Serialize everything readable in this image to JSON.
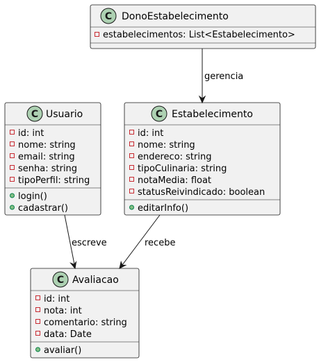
{
  "diagram": {
    "classes": {
      "dono": {
        "name": "DonoEstabelecimento",
        "stereotype": "C",
        "attributes": [
          "estabelecimentos: List<Estabelecimento>"
        ],
        "methods": []
      },
      "usuario": {
        "name": "Usuario",
        "stereotype": "C",
        "attributes": [
          "id: int",
          "nome: string",
          "email: string",
          "senha: string",
          "tipoPerfil: string"
        ],
        "methods": [
          "login()",
          "cadastrar()"
        ]
      },
      "estabelecimento": {
        "name": "Estabelecimento",
        "stereotype": "C",
        "attributes": [
          "id: int",
          "nome: string",
          "endereco: string",
          "tipoCulinaria: string",
          "notaMedia: float",
          "statusReivindicado: boolean"
        ],
        "methods": [
          "editarInfo()"
        ]
      },
      "avaliacao": {
        "name": "Avaliacao",
        "stereotype": "C",
        "attributes": [
          "id: int",
          "nota: int",
          "comentario: string",
          "data: Date"
        ],
        "methods": [
          "avaliar()"
        ]
      }
    },
    "relations": {
      "gerencia": "gerencia",
      "escreve": "escreve",
      "recebe": "recebe"
    },
    "colors": {
      "class_fill": "#f1f1f1",
      "class_border": "#181818",
      "badge_fill": "#add1b2",
      "private_marker": "#c82930",
      "public_marker": "#84be84"
    }
  }
}
